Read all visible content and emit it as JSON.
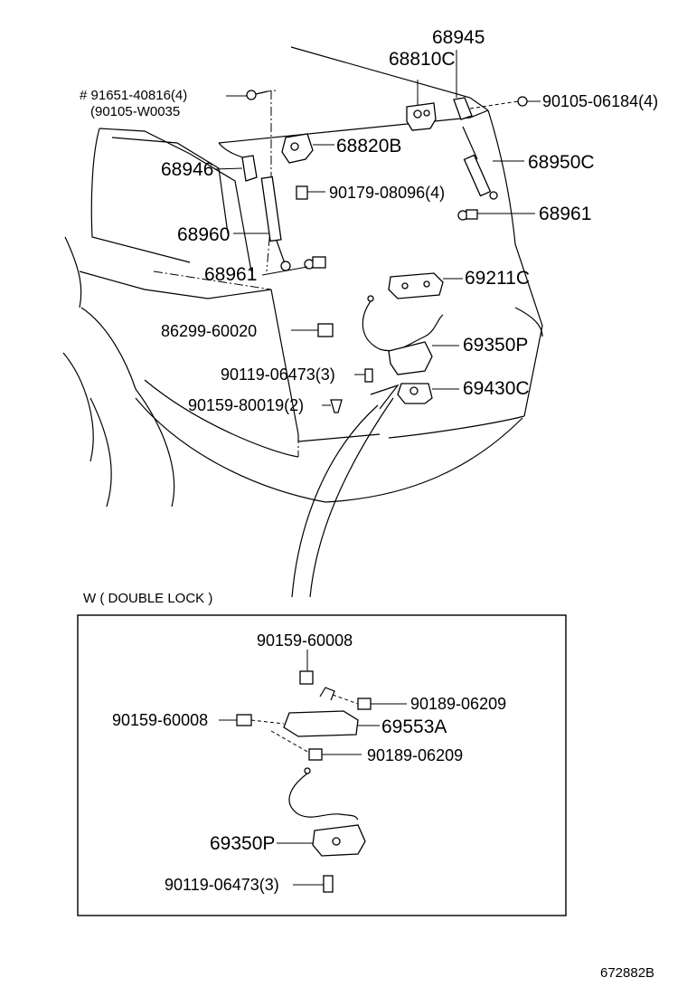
{
  "labels": {
    "p68945": "68945",
    "p68810c": "68810C",
    "p91651": "# 91651-40816(4)",
    "p90105w": "(90105-W0035",
    "p90105_06184": "90105-06184(4)",
    "p68820b": "68820B",
    "p68946": "68946",
    "p68950c": "68950C",
    "p90179": "90179-08096(4)",
    "p68960": "68960",
    "p68961_right": "68961",
    "p68961_left": "68961",
    "p69211c": "69211C",
    "p86299": "86299-60020",
    "p69350p_main": "69350P",
    "p90119_main": "90119-06473(3)",
    "p69430c": "69430C",
    "p90159_80019": "90159-80019(2)"
  },
  "inset": {
    "title": "W ( DOUBLE   LOCK )",
    "p90159_top": "90159-60008",
    "p90189_upper": "90189-06209",
    "p90159_left": "90159-60008",
    "p69553a": "69553A",
    "p90189_lower": "90189-06209",
    "p69350p": "69350P",
    "p90119": "90119-06473(3)"
  },
  "footer": {
    "code": "672882B"
  }
}
